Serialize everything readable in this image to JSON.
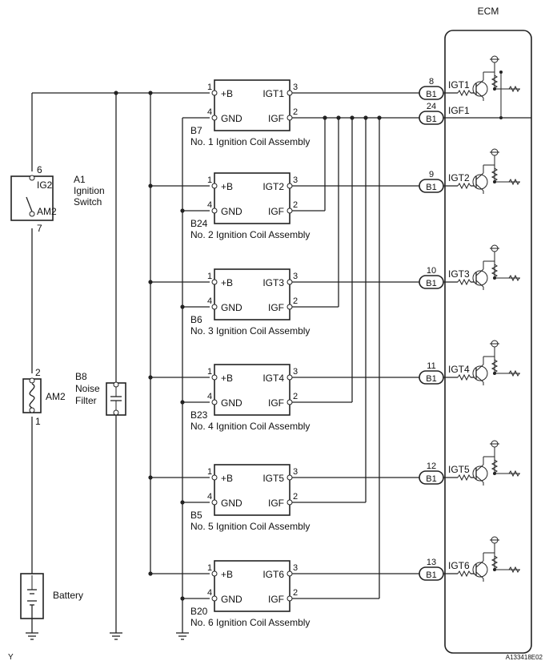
{
  "ecm": {
    "title": "ECM"
  },
  "switch": {
    "ref": "A1",
    "name_line1": "Ignition",
    "name_line2": "Switch",
    "pin_top": "6",
    "pin_bottom": "7",
    "label_top": "IG2",
    "label_bottom": "AM2"
  },
  "fuse": {
    "name": "AM2",
    "pin_top": "2",
    "pin_bottom": "1"
  },
  "filter": {
    "ref": "B8",
    "name_line1": "Noise",
    "name_line2": "Filter"
  },
  "battery": {
    "name": "Battery"
  },
  "connector": "B1",
  "pin_labels": {
    "pb": "+B",
    "gnd": "GND",
    "igf": "IGF"
  },
  "pin_numbers": {
    "pb": "1",
    "gnd": "4",
    "igt": "3",
    "igf": "2"
  },
  "igf_output": {
    "pin": "24",
    "label": "IGF1"
  },
  "coils": [
    {
      "ref": "B7",
      "name": "No. 1 Ignition Coil Assembly",
      "igt": "IGT1",
      "ecm_pin": "8"
    },
    {
      "ref": "B24",
      "name": "No. 2 Ignition Coil Assembly",
      "igt": "IGT2",
      "ecm_pin": "9"
    },
    {
      "ref": "B6",
      "name": "No. 3 Ignition Coil Assembly",
      "igt": "IGT3",
      "ecm_pin": "10"
    },
    {
      "ref": "B23",
      "name": "No. 4 Ignition Coil Assembly",
      "igt": "IGT4",
      "ecm_pin": "11"
    },
    {
      "ref": "B5",
      "name": "No. 5 Ignition Coil Assembly",
      "igt": "IGT5",
      "ecm_pin": "12"
    },
    {
      "ref": "B20",
      "name": "No. 6 Ignition Coil Assembly",
      "igt": "IGT6",
      "ecm_pin": "13"
    }
  ],
  "footer": {
    "left_mark": "Y",
    "code": "A133418E02"
  }
}
